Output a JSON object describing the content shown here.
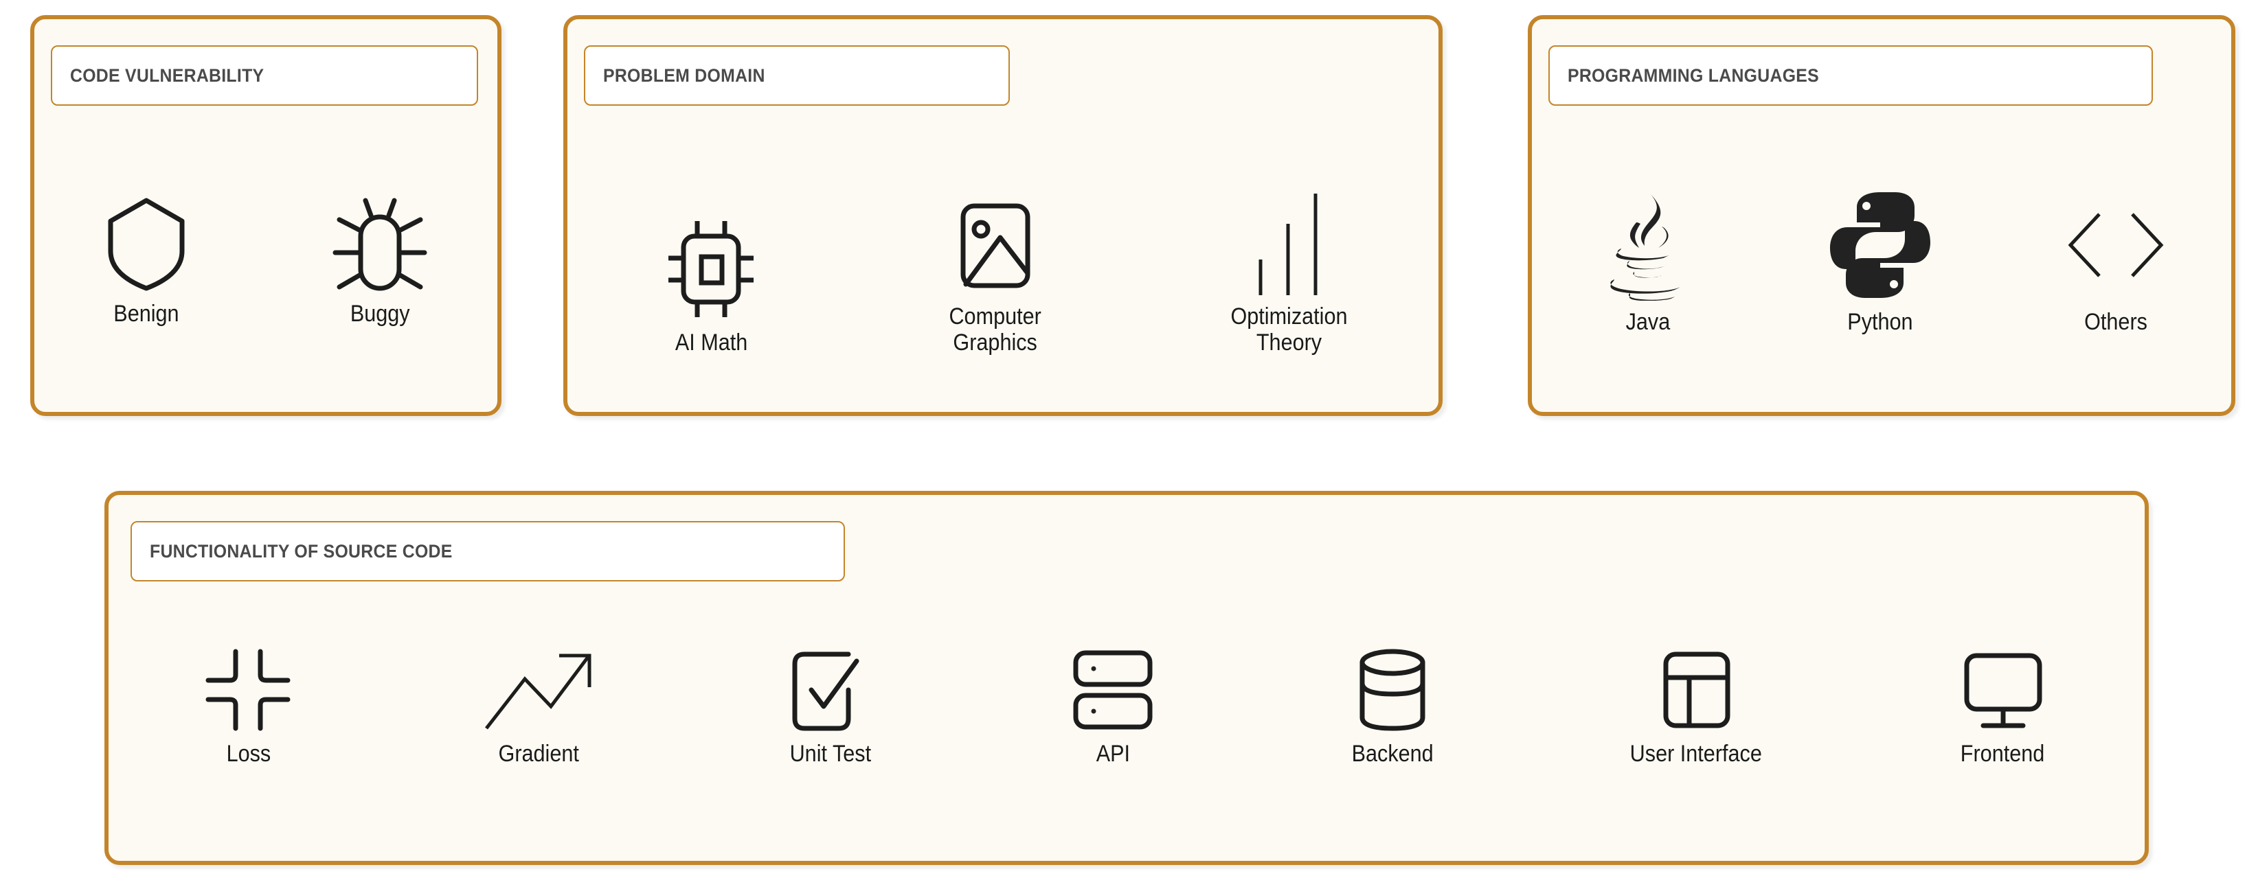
{
  "page": {
    "background_color": "#ffffff",
    "panel_background": "#fcfaf2",
    "panel_border_color": "#c4852a",
    "label_background": "#ffffff",
    "label_text_color": "#4a4a4a",
    "icon_color": "#1d1d1d"
  },
  "panels": [
    {
      "id": "code-vulnerability",
      "title": "CODE VULNERABILITY",
      "items": [
        {
          "label": "Benign",
          "icon": "shield-icon"
        },
        {
          "label": "Buggy",
          "icon": "bug-icon"
        }
      ]
    },
    {
      "id": "problem-domain",
      "title": "PROBLEM DOMAIN",
      "items": [
        {
          "label": "AI Math",
          "icon": "chip-icon"
        },
        {
          "label": "Computer\nGraphics",
          "icon": "image-icon"
        },
        {
          "label": "Optimization\nTheory",
          "icon": "bar-chart-icon"
        }
      ]
    },
    {
      "id": "programming-languages",
      "title": "PROGRAMMING LANGUAGES",
      "items": [
        {
          "label": "Java",
          "icon": "java-logo-icon"
        },
        {
          "label": "Python",
          "icon": "python-logo-icon"
        },
        {
          "label": "Others",
          "icon": "code-brackets-icon"
        }
      ]
    },
    {
      "id": "functionality-of-source-code",
      "title": "FUNCTIONALITY OF SOURCE CODE",
      "items": [
        {
          "label": "Loss",
          "icon": "crop-corners-icon"
        },
        {
          "label": "Gradient",
          "icon": "trend-up-arrow-icon"
        },
        {
          "label": "Unit Test",
          "icon": "checkmark-document-icon"
        },
        {
          "label": "API",
          "icon": "stacked-panels-icon"
        },
        {
          "label": "Backend",
          "icon": "database-cylinder-icon"
        },
        {
          "label": "User Interface",
          "icon": "layout-grid-icon"
        },
        {
          "label": "Frontend",
          "icon": "monitor-icon"
        }
      ]
    }
  ]
}
